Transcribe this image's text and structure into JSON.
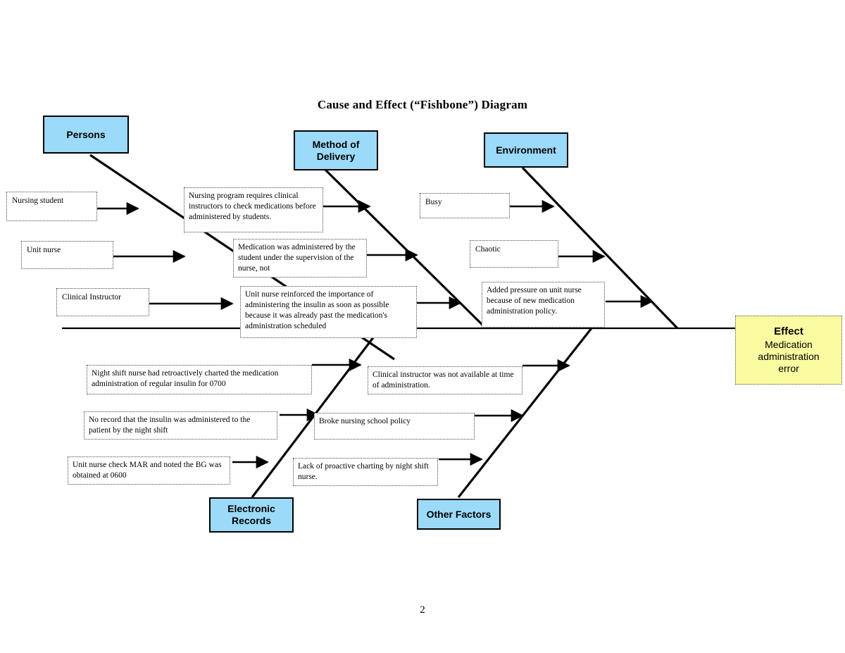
{
  "document": {
    "title": "Cause and Effect (“Fishbone”) Diagram",
    "page_number": "2"
  },
  "colors": {
    "category_fill": "#9BDAF8",
    "effect_fill": "#FAFAA0",
    "line": "#000000",
    "cause_border": "#4A4A4A"
  },
  "effect": {
    "label": "Effect",
    "line1": "Medication",
    "line2": "administration",
    "line3": "error"
  },
  "categories": [
    {
      "id": "persons",
      "label": "Persons",
      "position": "top-left"
    },
    {
      "id": "method-of-delivery",
      "label": "Method of\nDelivery",
      "label_line1": "Method of",
      "label_line2": "Delivery",
      "position": "top-middle"
    },
    {
      "id": "environment",
      "label": "Environment",
      "position": "top-right"
    },
    {
      "id": "electronic-records",
      "label": "Electronic\nRecords",
      "label_line1": "Electronic",
      "label_line2": "Records",
      "position": "bottom-left"
    },
    {
      "id": "other-factors",
      "label": "Other Factors",
      "position": "bottom-middle"
    }
  ],
  "causes": {
    "persons": [
      {
        "id": "nursing-student",
        "text": "Nursing student"
      },
      {
        "id": "unit-nurse",
        "text": "Unit nurse"
      },
      {
        "id": "clinical-instructor",
        "text": "Clinical Instructor"
      }
    ],
    "method_of_delivery": [
      {
        "id": "nursing-program-requires",
        "text": "Nursing program requires clinical instructors to check medications before administered by students."
      },
      {
        "id": "medication-administered-by-student",
        "text": "Medication was administered by the student under the supervision of the nurse, not"
      },
      {
        "id": "unit-nurse-reinforced",
        "text": "Unit nurse reinforced the importance of administering the insulin as soon as possible because it was already past the medication's administration scheduled"
      }
    ],
    "environment": [
      {
        "id": "busy",
        "text": "Busy"
      },
      {
        "id": "chaotic",
        "text": "Chaotic"
      },
      {
        "id": "added-pressure",
        "text": "Added pressure on unit nurse because of new medication administration policy."
      }
    ],
    "electronic_records": [
      {
        "id": "night-shift-retroactive",
        "text": "Night shift nurse had retroactively charted the medication administration of regular insulin for 0700"
      },
      {
        "id": "no-record-insulin",
        "text": "No record that the insulin was administered to the patient by the night shift"
      },
      {
        "id": "unit-nurse-check-mar",
        "text": "Unit nurse check MAR and noted the BG was obtained at 0600"
      }
    ],
    "other_factors": [
      {
        "id": "clinical-instructor-unavailable",
        "text": "Clinical instructor was not available at time of administration."
      },
      {
        "id": "broke-nursing-school-policy",
        "text": "Broke nursing school policy"
      },
      {
        "id": "lack-of-proactive-charting",
        "text": "Lack of proactive charting by night shift nurse."
      }
    ]
  }
}
